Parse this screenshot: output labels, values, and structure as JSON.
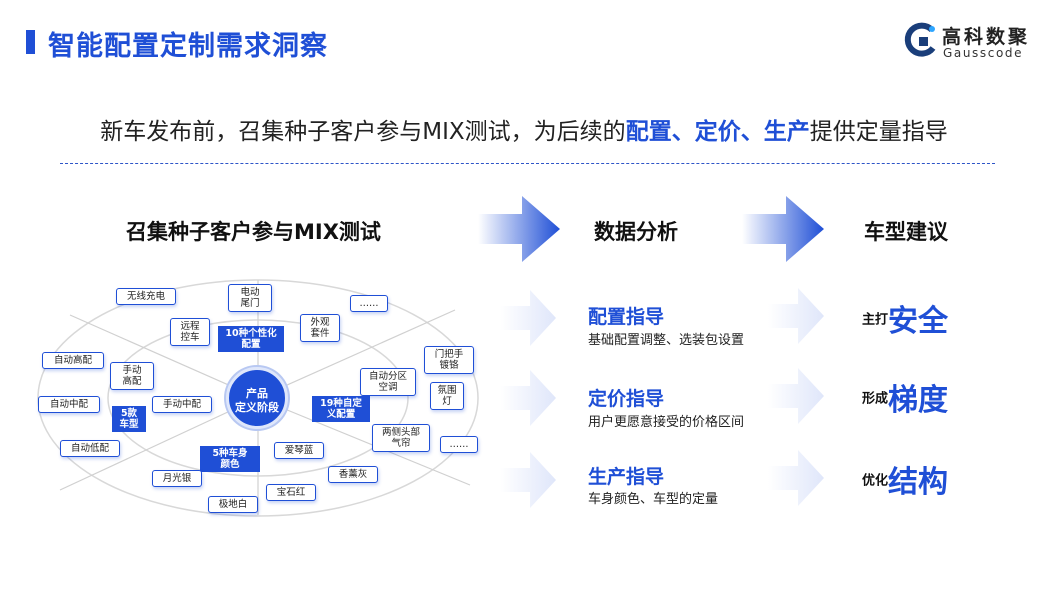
{
  "header": {
    "title": "智能配置定制需求洞察",
    "logo_cn": "高科数聚",
    "logo_en": "Gausscode"
  },
  "headline": {
    "prefix": "新车发布前，召集种子客户参与MIX测试，为后续的",
    "hl1": "配置",
    "sep1": "、",
    "hl2": "定价",
    "sep2": "、",
    "hl3": "生产",
    "suffix": "提供定量指导"
  },
  "columns": {
    "left": "召集种子客户参与MIX测试",
    "middle": "数据分析",
    "right": "车型建议"
  },
  "diagram": {
    "center": "产品\n定义阶段",
    "categories": {
      "personalized": "10种个性化\n配置",
      "custom": "19种自定\n义配置",
      "models": "5款\n车型",
      "colors": "5种车身\n颜色"
    },
    "items": {
      "wireless": "无线充电",
      "edoor": "电动\n尾门",
      "remote": "远程\n控车",
      "exterior": "外观\n套件",
      "ellipsis1": "……",
      "handle": "门把手\n镀铬",
      "ac_zone": "自动分区\n空调",
      "ambient": "氛围\n灯",
      "twoside": "两侧头部\n气帘",
      "ellipsis2": "……",
      "auto_high": "自动高配",
      "manual_high": "手动\n高配",
      "auto_mid": "自动中配",
      "manual_mid": "手动中配",
      "auto_low": "自动低配",
      "moon_silver": "月光银",
      "polar_white": "极地白",
      "aegean_blue": "爱琴蓝",
      "gem_red": "宝石红",
      "lavender_gray": "香薰灰"
    }
  },
  "analysis": [
    {
      "title": "配置指导",
      "desc": "基础配置调整、选装包设置",
      "prefix": "主打",
      "big": "安全"
    },
    {
      "title": "定价指导",
      "desc": "用户更愿意接受的价格区间",
      "prefix": "形成",
      "big": "梯度"
    },
    {
      "title": "生产指导",
      "desc": "车身颜色、车型的定量",
      "prefix": "优化",
      "big": "结构"
    }
  ],
  "colors": {
    "accent": "#1f4fd6",
    "arrow_light": "#e3eafb"
  }
}
